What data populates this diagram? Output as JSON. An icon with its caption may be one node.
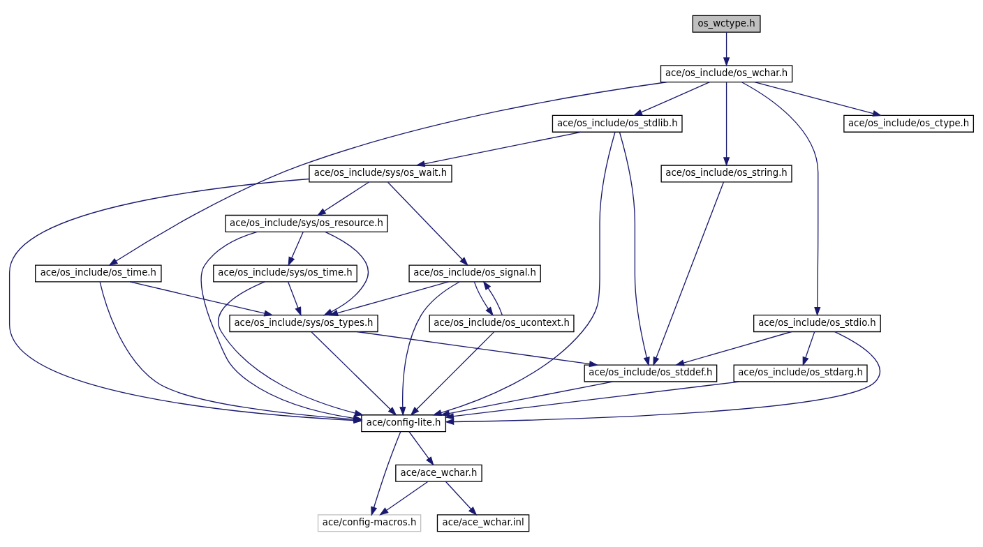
{
  "diagram": {
    "nodes": [
      {
        "text": [
          "os_wctype.h"
        ]
      },
      {
        "text": [
          "ace/os_include/os_wchar.h"
        ]
      },
      {
        "text": [
          "ace/os_include/os_stdlib.h"
        ]
      },
      {
        "text": [
          "ace/os_include/os_ctype.h"
        ]
      },
      {
        "text": [
          "ace/os_include/os_string.h"
        ]
      },
      {
        "text": [
          "ace/os_include/sys/os_wait.h"
        ]
      },
      {
        "text": [
          "ace/os_include/sys/os_resource.h"
        ]
      },
      {
        "text": [
          "ace/os_include/os_signal.h"
        ]
      },
      {
        "text": [
          "ace/os_include/sys/os_time.h"
        ]
      },
      {
        "text": [
          "ace/os_include/os_time.h"
        ]
      },
      {
        "text": [
          "ace/os_include/os_stdio.h"
        ]
      },
      {
        "text": [
          "ace/os_include/os_ucontext.h"
        ]
      },
      {
        "text": [
          "ace/os_include/sys/os_types.h"
        ]
      },
      {
        "text": [
          "ace/os_include/os_stdarg.h"
        ]
      },
      {
        "text": [
          "ace/os_include/os_stddef.h"
        ]
      },
      {
        "text": [
          "ace/config-lite.h"
        ]
      },
      {
        "text": [
          "ace/ace_wchar.h"
        ]
      },
      {
        "text": [
          "ace/config-macros.h"
        ]
      },
      {
        "text": [
          "ace/ace_wchar.inl"
        ]
      }
    ],
    "edges": [
      {
        "from": 0,
        "to": 1,
        "arrow": "to"
      },
      {
        "from": 1,
        "to": 2,
        "arrow": "to"
      },
      {
        "from": 1,
        "to": 3,
        "arrow": "to"
      },
      {
        "from": 1,
        "to": 4,
        "arrow": "to"
      },
      {
        "from": 1,
        "to": 10,
        "arrow": "to"
      },
      {
        "from": 1,
        "to": 9,
        "arrow": "to"
      },
      {
        "from": 2,
        "to": 5,
        "arrow": "to"
      },
      {
        "from": 2,
        "to": 14,
        "arrow": "to"
      },
      {
        "from": 2,
        "to": 15,
        "arrow": "to"
      },
      {
        "from": 4,
        "to": 14,
        "arrow": "to"
      },
      {
        "from": 5,
        "to": 6,
        "arrow": "to"
      },
      {
        "from": 5,
        "to": 7,
        "arrow": "to"
      },
      {
        "from": 5,
        "to": 15,
        "arrow": "to"
      },
      {
        "from": 6,
        "to": 8,
        "arrow": "to"
      },
      {
        "from": 6,
        "to": 12,
        "arrow": "to"
      },
      {
        "from": 6,
        "to": 15,
        "arrow": "to"
      },
      {
        "from": 7,
        "to": 11,
        "arrow": "to"
      },
      {
        "from": 7,
        "to": 12,
        "arrow": "to"
      },
      {
        "from": 7,
        "to": 15,
        "arrow": "to"
      },
      {
        "from": 11,
        "to": 7,
        "arrow": "to"
      },
      {
        "from": 11,
        "to": 15,
        "arrow": "to"
      },
      {
        "from": 8,
        "to": 12,
        "arrow": "to"
      },
      {
        "from": 8,
        "to": 15,
        "arrow": "to"
      },
      {
        "from": 9,
        "to": 12,
        "arrow": "to"
      },
      {
        "from": 9,
        "to": 15,
        "arrow": "to"
      },
      {
        "from": 10,
        "to": 13,
        "arrow": "to"
      },
      {
        "from": 10,
        "to": 14,
        "arrow": "to"
      },
      {
        "from": 10,
        "to": 15,
        "arrow": "to"
      },
      {
        "from": 12,
        "to": 14,
        "arrow": "to"
      },
      {
        "from": 12,
        "to": 15,
        "arrow": "to"
      },
      {
        "from": 13,
        "to": 15,
        "arrow": "to"
      },
      {
        "from": 14,
        "to": 15,
        "arrow": "to"
      },
      {
        "from": 15,
        "to": 16,
        "arrow": "to"
      },
      {
        "from": 15,
        "to": 17,
        "arrow": "to"
      },
      {
        "from": 16,
        "to": 17,
        "arrow": "to"
      },
      {
        "from": 16,
        "to": 18,
        "arrow": "to"
      }
    ]
  }
}
